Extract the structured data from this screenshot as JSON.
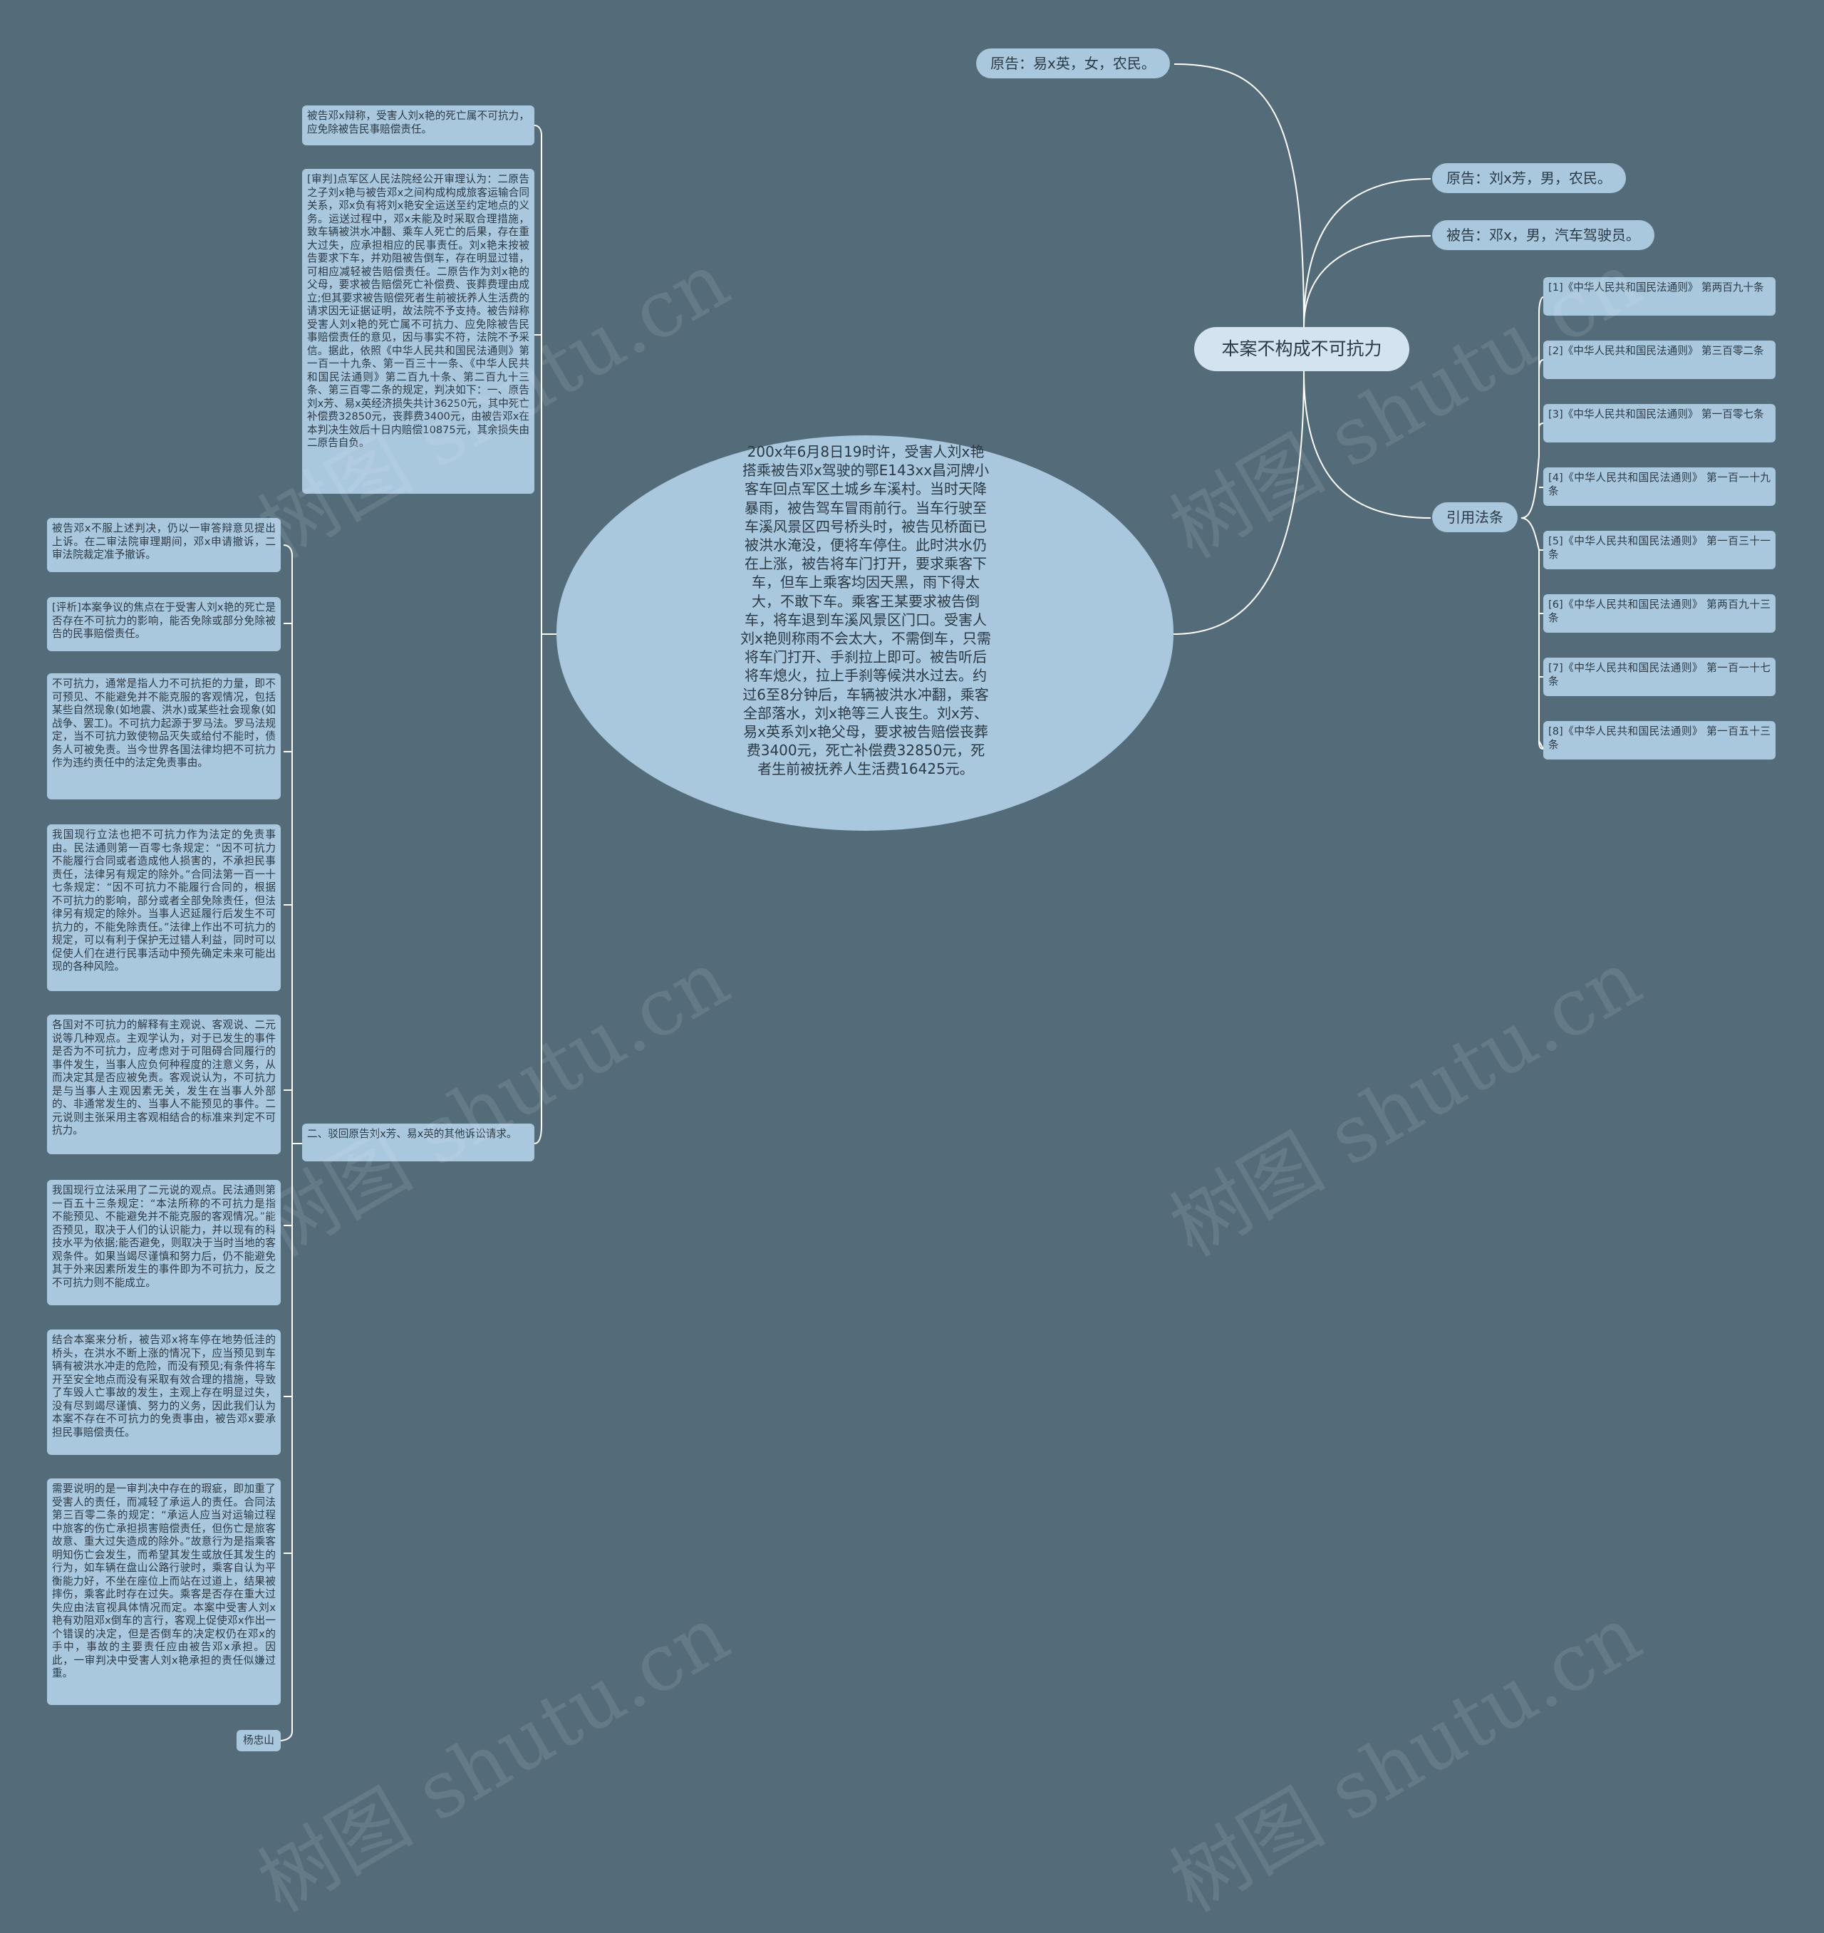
{
  "root": {
    "label": "本案不构成不可抗力"
  },
  "center": {
    "text": "200x年6月8日19时许，受害人刘x艳搭乘被告邓x驾驶的鄂E143xx昌河牌小客车回点军区土城乡车溪村。当时天降暴雨，被告驾车冒雨前行。当车行驶至车溪风景区四号桥头时，被告见桥面已被洪水淹没，便将车停住。此时洪水仍在上涨，被告将车门打开，要求乘客下车，但车上乘客均因天黑，雨下得太大，不敢下车。乘客王某要求被告倒车，将车退到车溪风景区门口。受害人刘x艳则称雨不会太大，不需倒车，只需将车门打开、手刹拉上即可。被告听后将车熄火，拉上手刹等候洪水过去。约过6至8分钟后，车辆被洪水冲翻，乘客全部落水，刘x艳等三人丧生。刘x芳、易x英系刘x艳父母，要求被告赔偿丧葬费3400元，死亡补偿费32850元，死者生前被抚养人生活费16425元。"
  },
  "parties": [
    {
      "text": "原告：易x英，女，农民。"
    },
    {
      "text": "原告：刘x芳，男，农民。"
    },
    {
      "text": "被告：邓x，男，汽车驾驶员。"
    }
  ],
  "laws": {
    "label": "引用法条",
    "items": [
      "[1]《中华人民共和国民法通则》 第两百九十条",
      "[2]《中华人民共和国民法通则》 第三百零二条",
      "[3]《中华人民共和国民法通则》 第一百零七条",
      "[4]《中华人民共和国民法通则》 第一百一十九条",
      "[5]《中华人民共和国民法通则》 第一百三十一条",
      "[6]《中华人民共和国民法通则》 第两百九十三条",
      "[7]《中华人民共和国民法通则》 第一百一十七条",
      "[8]《中华人民共和国民法通则》 第一百五十三条"
    ]
  },
  "mid_nodes": [
    "被告邓x辩称，受害人刘x艳的死亡属不可抗力，应免除被告民事赔偿责任。",
    "[审判]点军区人民法院经公开审理认为：二原告之子刘x艳与被告邓x之间构成构成旅客运输合同关系，邓x负有将刘x艳安全运送至约定地点的义务。运送过程中，邓x未能及时采取合理措施，致车辆被洪水冲翻、乘车人死亡的后果，存在重大过失，应承担相应的民事责任。刘x艳未按被告要求下车，并劝阻被告倒车，存在明显过错，可相应减轻被告赔偿责任。二原告作为刘x艳的父母，要求被告赔偿死亡补偿费、丧葬费理由成立;但其要求被告赔偿死者生前被抚养人生活费的请求因无证据证明，故法院不予支持。被告辩称受害人刘x艳的死亡属不可抗力、应免除被告民事赔偿责任的意见，因与事实不符，法院不予采信。据此，依照《中华人民共和国民法通则》第一百一十九条、第一百三十一条、《中华人民共和国民法通则》第二百九十条、第二百九十三条、第三百零二条的规定，判决如下：一、原告刘x芳、易x英经济损失共计36250元，其中死亡补偿费32850元，丧葬费3400元，由被告邓x在本判决生效后十日内赔偿10875元，其余损失由二原告自负。",
    "二、驳回原告刘x芳、易x英的其他诉讼请求。"
  ],
  "left_nodes": [
    "被告邓x不服上述判决，仍以一审答辩意见提出上诉。在二审法院审理期间，邓x申请撤诉，二审法院裁定准予撤诉。",
    "[评析]本案争议的焦点在于受害人刘x艳的死亡是否存在不可抗力的影响，能否免除或部分免除被告的民事赔偿责任。",
    "不可抗力，通常是指人力不可抗拒的力量，即不可预见、不能避免并不能克服的客观情况，包括某些自然现象(如地震、洪水)或某些社会现象(如战争、罢工)。不可抗力起源于罗马法。罗马法规定，当不可抗力致使物品灭失或给付不能时，债务人可被免责。当今世界各国法律均把不可抗力作为违约责任中的法定免责事由。",
    "我国现行立法也把不可抗力作为法定的免责事由。民法通则第一百零七条规定：“因不可抗力不能履行合同或者造成他人损害的，不承担民事责任，法律另有规定的除外。”合同法第一百一十七条规定：“因不可抗力不能履行合同的，根据不可抗力的影响，部分或者全部免除责任，但法律另有规定的除外。当事人迟延履行后发生不可抗力的，不能免除责任。”法律上作出不可抗力的规定，可以有利于保护无过错人利益，同时可以促使人们在进行民事活动中预先确定未来可能出现的各种风险。",
    "各国对不可抗力的解释有主观说、客观说、二元说等几种观点。主观学认为，对于已发生的事件是否为不可抗力，应考虑对于可阻碍合同履行的事件发生，当事人应负何种程度的注意义务，从而决定其是否应被免责。客观说认为，不可抗力是与当事人主观因素无关，发生在当事人外部的、非通常发生的、当事人不能预见的事件。二元说则主张采用主客观相结合的标准来判定不可抗力。",
    "我国现行立法采用了二元说的观点。民法通则第一百五十三条规定：“本法所称的不可抗力是指不能预见、不能避免并不能克服的客观情况。”能否预见，取决于人们的认识能力，并以现有的科技水平为依据;能否避免，则取决于当时当地的客观条件。如果当竭尽谨慎和努力后，仍不能避免其于外来因素所发生的事件即为不可抗力，反之不可抗力则不能成立。",
    "结合本案来分析，被告邓x将车停在地势低洼的桥头，在洪水不断上涨的情况下，应当预见到车辆有被洪水冲走的危险，而没有预见;有条件将车开至安全地点而没有采取有效合理的措施，导致了车毁人亡事故的发生，主观上存在明显过失，没有尽到竭尽谨慎、努力的义务，因此我们认为本案不存在不可抗力的免责事由，被告邓x要承担民事赔偿责任。",
    "需要说明的是一审判决中存在的瑕疵，即加重了受害人的责任，而减轻了承运人的责任。合同法第三百零二条的规定：“承运人应当对运输过程中旅客的伤亡承担损害赔偿责任，但伤亡是旅客故意、重大过失造成的除外。”故意行为是指乘客明知伤亡会发生，而希望其发生或放任其发生的行为，如车辆在盘山公路行驶时，乘客自认为平衡能力好，不坐在座位上而站在过道上，结果被摔伤，乘客此时存在过失。乘客是否存在重大过失应由法官视具体情况而定。本案中受害人刘x艳有劝阻邓x倒车的言行，客观上促使邓x作出一个错误的决定，但是否倒车的决定权仍在邓x的手中，事故的主要责任应由被告邓x承担。因此，一审判决中受害人刘x艳承担的责任似嫌过重。",
    "杨忠山"
  ],
  "watermark": "树图 shutu.cn"
}
